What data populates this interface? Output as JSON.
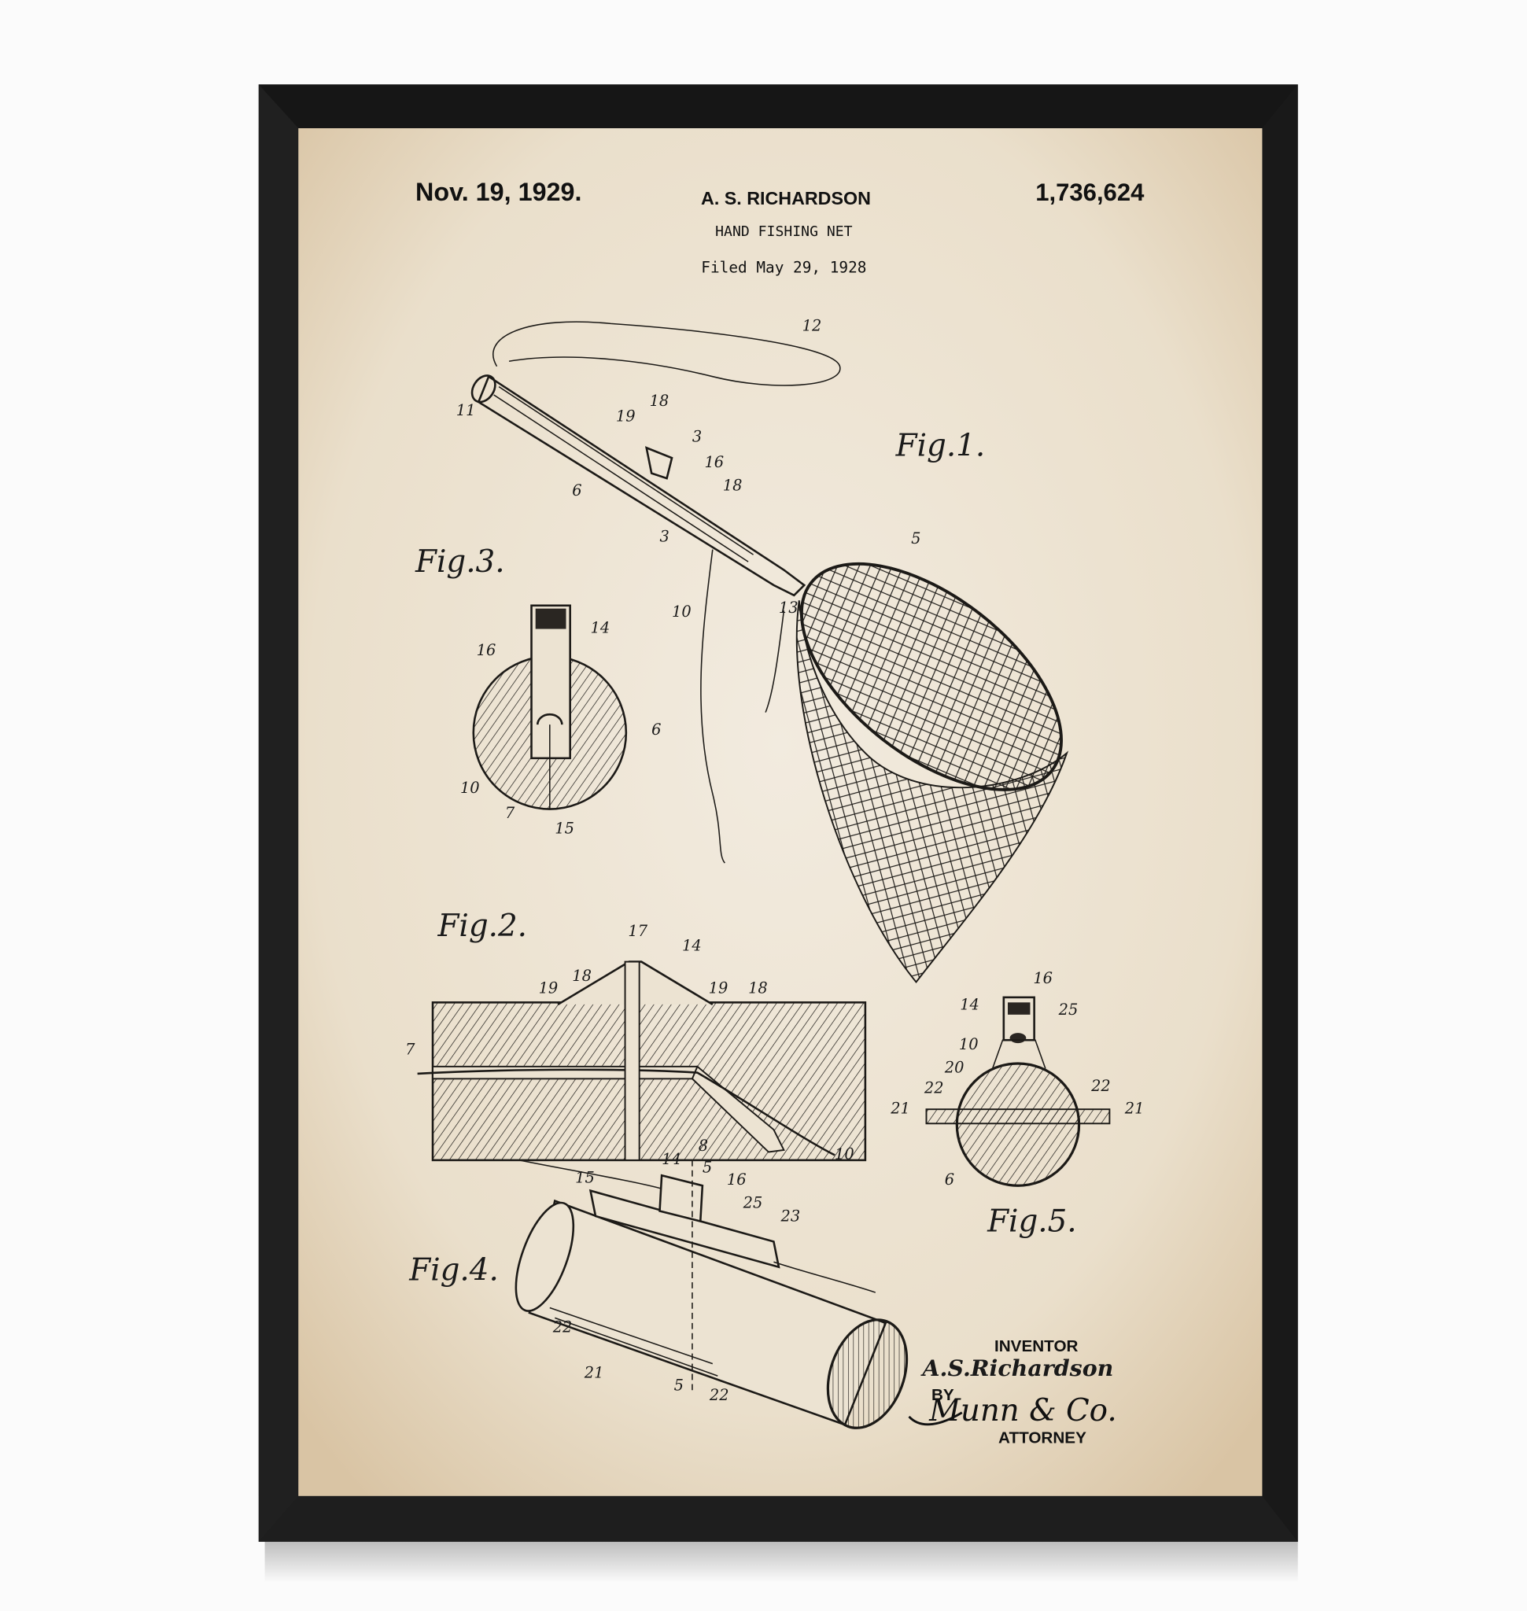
{
  "header": {
    "date": "Nov. 19, 1929.",
    "inventor_name": "A. S. RICHARDSON",
    "title": "HAND FISHING NET",
    "filed": "Filed May 29, 1928",
    "patent_number": "1,736,624"
  },
  "figures": {
    "fig1": {
      "label": "Fig.1.",
      "numerals": [
        "12",
        "11",
        "19",
        "18",
        "3",
        "16",
        "18",
        "6",
        "3",
        "5",
        "10",
        "13"
      ]
    },
    "fig2": {
      "label": "Fig.2.",
      "numerals": [
        "17",
        "14",
        "18",
        "19",
        "19",
        "18",
        "7",
        "8",
        "15",
        "10"
      ]
    },
    "fig3": {
      "label": "Fig.3.",
      "numerals": [
        "14",
        "16",
        "6",
        "10",
        "7",
        "15"
      ]
    },
    "fig4": {
      "label": "Fig.4.",
      "numerals": [
        "14",
        "5",
        "16",
        "25",
        "23",
        "22",
        "21",
        "5",
        "22"
      ]
    },
    "fig5": {
      "label": "Fig.5.",
      "numerals": [
        "16",
        "14",
        "25",
        "10",
        "20",
        "22",
        "22",
        "21",
        "21",
        "6"
      ]
    }
  },
  "signature": {
    "inventor_label": "INVENTOR",
    "inventor": "A.S.Richardson",
    "by": "BY",
    "attorney_signature": "Munn & Co.",
    "attorney_label": "ATTORNEY"
  },
  "colors": {
    "frame": "#1b1b1b",
    "paper": "#efe6d6",
    "ink": "#1c1a17"
  }
}
